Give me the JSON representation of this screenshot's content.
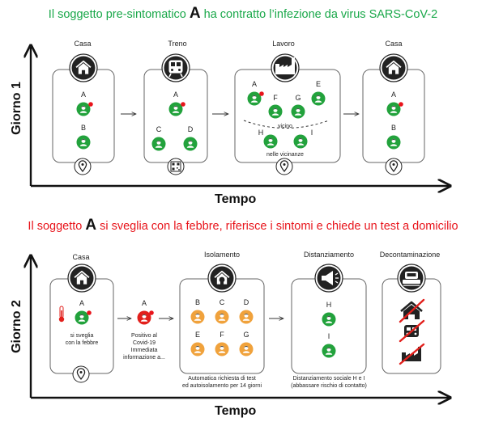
{
  "headline_day1": {
    "prefix": "Il soggetto pre-sintomatico ",
    "subject": "A",
    "suffix": " ha contratto l’infezione da virus SARS-CoV-2"
  },
  "headline_day2": {
    "prefix": "Il soggetto ",
    "subject": "A",
    "suffix": " si sveglia con la febbre, riferisce i sintomi e chiede un test a domicilio"
  },
  "axes": {
    "day1_label": "Giorno 1",
    "day2_label": "Giorno 2",
    "time_label_1": "Tempo",
    "time_label_2": "Tempo"
  },
  "day1": {
    "casa": {
      "title": "Casa",
      "person_a": "A",
      "person_b": "B"
    },
    "treno": {
      "title": "Treno",
      "person_a": "A",
      "person_c": "C",
      "person_d": "D"
    },
    "lavoro": {
      "title": "Lavoro",
      "person_a": "A",
      "person_e": "E",
      "person_f": "F",
      "person_g": "G",
      "person_h": "H",
      "person_i": "I",
      "label_vicino": "vicino",
      "label_vicinanze": "nelle vicinanze"
    },
    "casa2": {
      "title": "Casa",
      "person_a": "A",
      "person_b": "B"
    }
  },
  "day2": {
    "casa": {
      "title": "Casa",
      "person_a": "A",
      "caption_line1": "si sveglia",
      "caption_line2": "con la febbre"
    },
    "positivo": {
      "person_a": "A",
      "caption_line1": "Positivo al",
      "caption_line2": "Covid-19",
      "caption_line3": "Immediata",
      "caption_line4": "informazione a..."
    },
    "isolamento": {
      "title": "Isolamento",
      "persons": [
        "B",
        "C",
        "D",
        "E",
        "F",
        "G"
      ],
      "caption_line1": "Automatica richiesta di test",
      "caption_line2": "ed autoisolamento per 14 giorni"
    },
    "distanziamento": {
      "title": "Distanziamento",
      "person_h": "H",
      "person_i": "I",
      "caption_line1": "Distanziamento sociale H e I",
      "caption_line2": "(abbassare rischio di contatto)"
    },
    "decontaminazione": {
      "title": "Decontaminazione"
    }
  },
  "colors": {
    "healthy": "#22a23c",
    "isolated": "#f0a23c",
    "positive": "#e2201c",
    "infection_dot": "#e8141b",
    "green_text": "#1aa84a",
    "red_text": "#e8141b",
    "ink": "#222222"
  }
}
